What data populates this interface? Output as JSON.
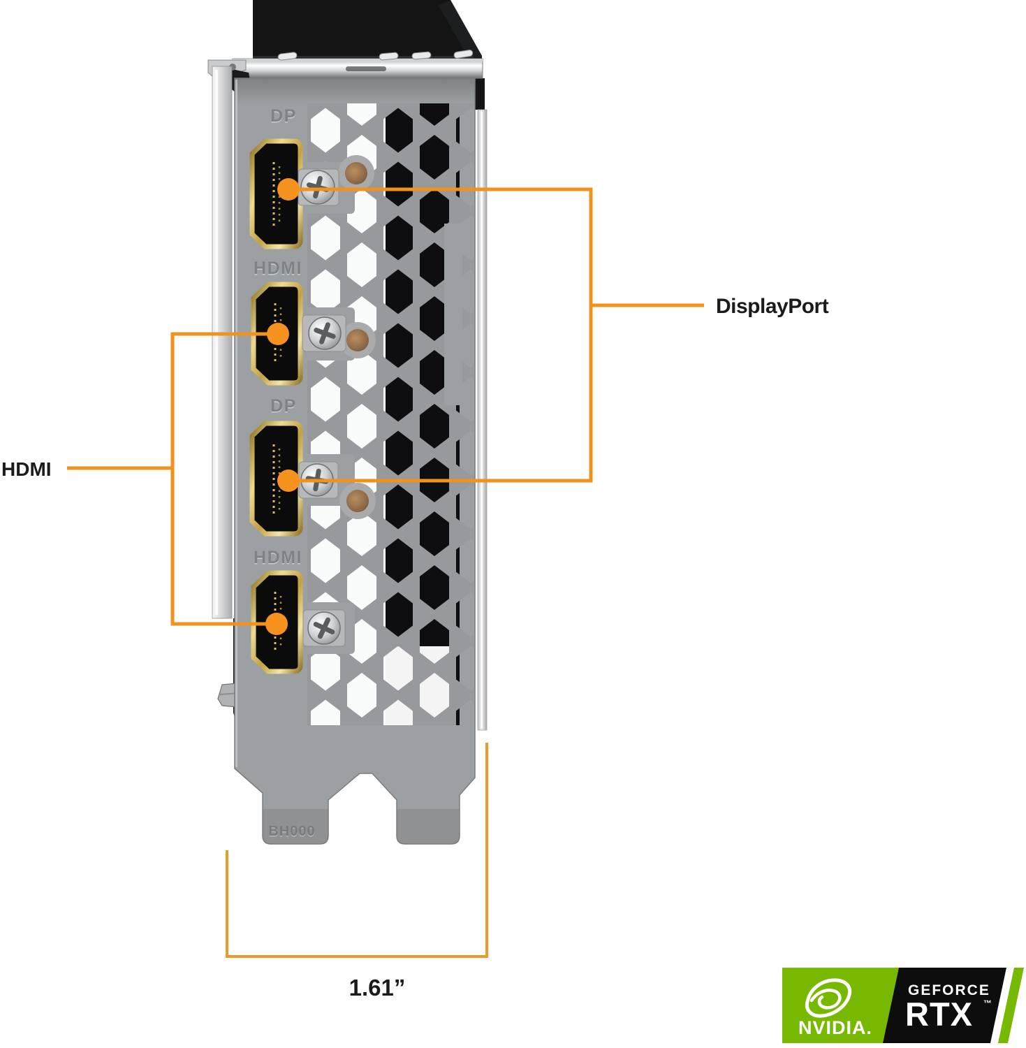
{
  "diagram": {
    "callouts": {
      "displayport_label": "DisplayPort",
      "hdmi_label": "HDMI",
      "accent_color": "#F0921F"
    },
    "measurement": {
      "width_label": "1.61”"
    },
    "bracket": {
      "port_labels": {
        "dp1": "DP",
        "hdmi1": "HDMI",
        "dp2": "DP",
        "hdmi2": "HDMI"
      },
      "mold_text": "BH000",
      "gold_color": "#C8A84E",
      "metal_color": "#9DA0A2"
    },
    "badge": {
      "nvidia_wordmark": "NVIDIA.",
      "geforce_text": "GEFORCE",
      "rtx_text": "RTX",
      "trademark": "™",
      "green_color": "#76B900"
    }
  }
}
